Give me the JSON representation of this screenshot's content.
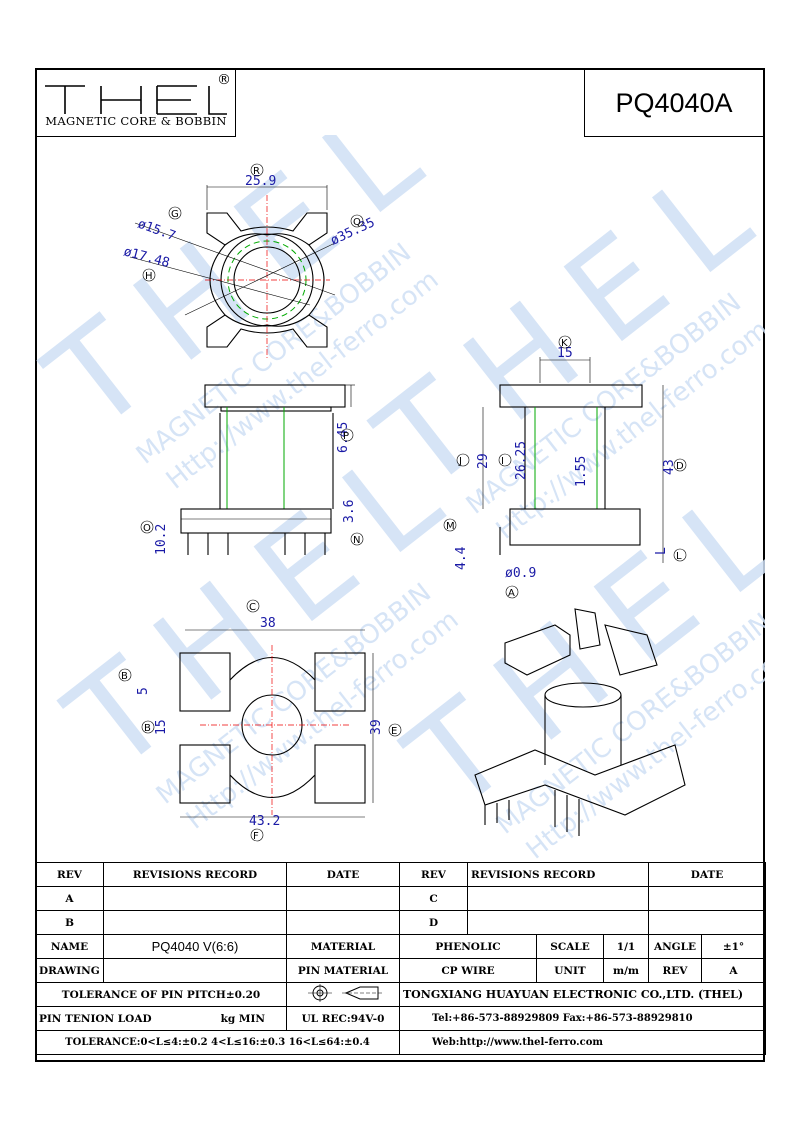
{
  "brand": {
    "logo_text": "THEL",
    "registered": "®",
    "subtitle": "MAGNETIC CORE & BOBBIN"
  },
  "part_number": "PQ4040A",
  "watermark": {
    "brand": "THEL",
    "line1": "MAGNETIC CORE&BOBBIN",
    "line2": "Http://www.thel-ferro.com"
  },
  "dimensions": {
    "top_width": "25.9",
    "inner_dia": "ø15.7",
    "flange_dia": "ø17.48",
    "outer_dia": "ø35.35",
    "side_height": "6.45",
    "base_height": "10.2",
    "pin_offset": "3.6",
    "slot_width": "15",
    "total_height": "43",
    "body_height": "29",
    "winding_height": "26.25",
    "wall": "1.55",
    "pin_length": "4.4",
    "pin_dia": "ø0.9",
    "l_label": "L",
    "bottom_width": "38",
    "pin_pitch": "5",
    "center_gap": "15",
    "bottom_height": "39",
    "bottom_overall": "43.2"
  },
  "callouts": {
    "R": "R",
    "G": "G",
    "H": "H",
    "Q": "Q",
    "P": "P",
    "O": "O",
    "N": "N",
    "K": "K",
    "J": "J",
    "I": "I",
    "D": "D",
    "M": "M",
    "L": "L",
    "A": "A",
    "C": "C",
    "B": "B",
    "E": "E",
    "F": "F"
  },
  "table": {
    "rev_header": "REV",
    "rev_record_header": "REVISIONS RECORD",
    "date_header": "DATE",
    "rev_a": "A",
    "rev_b": "B",
    "rev_c": "C",
    "rev_d": "D",
    "name_label": "NAME",
    "name_value": "PQ4040 V(6:6)",
    "material_label": "MATERIAL",
    "material_value": "PHENOLIC",
    "scale_label": "SCALE",
    "scale_value": "1/1",
    "angle_label": "ANGLE",
    "angle_value": "±1°",
    "drawing_no_label": "DRAWING NO",
    "pin_material_label": "PIN MATERIAL",
    "pin_material_value": "CP WIRE",
    "unit_label": "UNIT",
    "unit_value": "m/m",
    "rev_label": "REV",
    "rev_value": "A",
    "tolerance_pitch": "TOLERANCE OF PIN PITCH±0.20",
    "company": "TONGXIANG HUAYUAN ELECTRONIC CO.,LTD. (THEL)",
    "pin_tension_label": "PIN TENION LOAD",
    "pin_tension_unit": "kg MIN",
    "ul_rec": "UL REC:94V-0",
    "tel_fax": "Tel:+86-573-88929809 Fax:+86-573-88929810",
    "tolerance": "TOLERANCE:0<L≤4:±0.2 4<L≤16:±0.3 16<L≤64:±0.4",
    "web": "Web:http://www.thel-ferro.com"
  }
}
